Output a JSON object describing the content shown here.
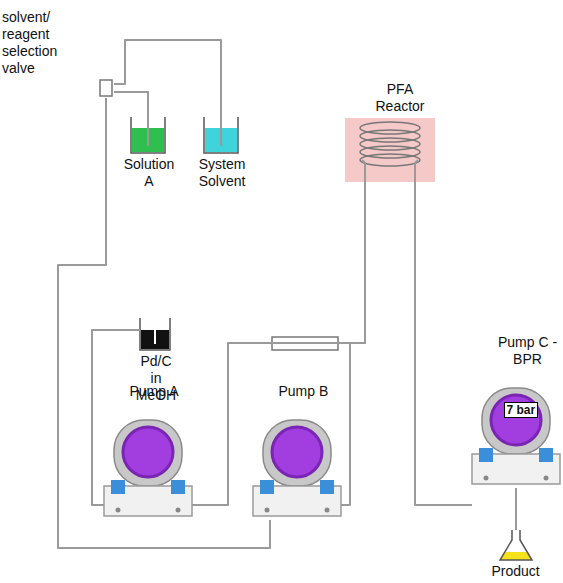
{
  "diagram": {
    "nodes": [
      {
        "text": [
          "solvent/ reagent selection valve"
        ]
      },
      {
        "text": [
          "Solution A"
        ]
      },
      {
        "text": [
          "System Solvent"
        ]
      },
      {
        "text": [
          "PFA Reactor"
        ]
      },
      {
        "text": [
          "Pd/C in MeOH"
        ]
      },
      {
        "text": [
          "Pump A"
        ]
      },
      {
        "text": [
          "Pump B"
        ]
      },
      {
        "text": [
          "Pump C - BPR",
          "7 bar"
        ]
      },
      {
        "text": [
          "Product"
        ]
      }
    ],
    "edges": [
      {
        "from": 1,
        "to": 0,
        "arrow": "none"
      },
      {
        "from": 2,
        "to": 0,
        "arrow": "none"
      },
      {
        "from": 0,
        "to": 6,
        "arrow": "none"
      },
      {
        "from": 4,
        "to": 5,
        "arrow": "none"
      },
      {
        "from": 5,
        "to": 3,
        "arrow": "none"
      },
      {
        "from": 6,
        "to": 3,
        "arrow": "none"
      },
      {
        "from": 3,
        "to": 7,
        "arrow": "none"
      },
      {
        "from": 7,
        "to": 8,
        "arrow": "none"
      }
    ]
  }
}
